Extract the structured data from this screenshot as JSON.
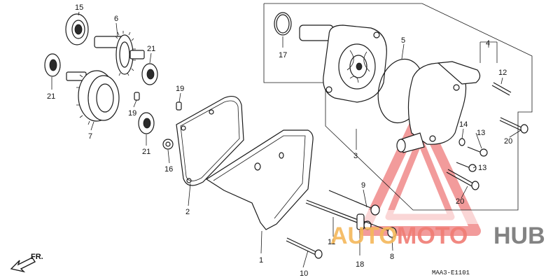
{
  "diagram": {
    "drawing_code": "MAA3-E1101",
    "direction_label": "FR.",
    "parts": [
      "1",
      "2",
      "3",
      "4",
      "5",
      "6",
      "7",
      "8",
      "9",
      "10",
      "11",
      "12",
      "13",
      "13",
      "14",
      "15",
      "16",
      "17",
      "18",
      "19",
      "19",
      "20",
      "20",
      "21",
      "21",
      "21"
    ]
  },
  "watermark": {
    "brand_part1": "AUTO",
    "brand_part2": "MOTO",
    "brand_part3": "HUB",
    "colors": {
      "auto": "#f5b85a",
      "moto": "#f07c74",
      "hub": "#6e6e6e",
      "triangle": "#e84a4a"
    }
  }
}
